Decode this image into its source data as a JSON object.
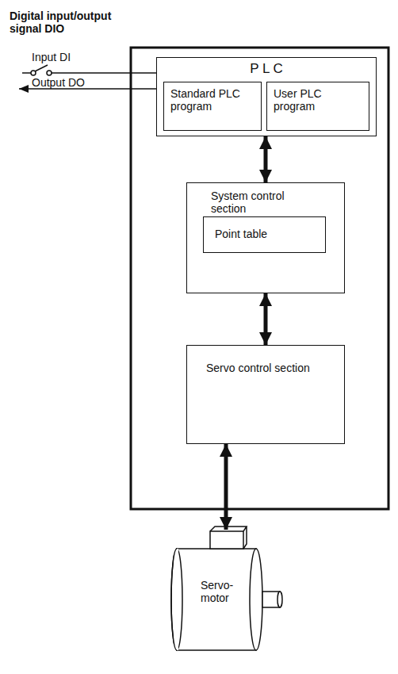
{
  "diagram": {
    "title": "Digital input/output signal DIO",
    "nodes": [
      {
        "text": [
          "P L C"
        ]
      },
      {
        "text": [
          "Standard PLC program"
        ],
        "in": 0
      },
      {
        "text": [
          "User PLC program"
        ],
        "in": 0
      },
      {
        "text": [
          "System control section"
        ]
      },
      {
        "text": [
          "Point table"
        ],
        "in": 3
      },
      {
        "text": [
          "Servo control section"
        ]
      },
      {
        "text": [
          "Servo- motor"
        ]
      }
    ],
    "edges": [
      {
        "from": 0,
        "to": 3,
        "arrow": "both"
      },
      {
        "from": 3,
        "to": 5,
        "arrow": "both"
      },
      {
        "from": 5,
        "to": 6,
        "arrow": "both"
      }
    ],
    "labels": [
      "Input DI",
      "Output DO"
    ]
  }
}
